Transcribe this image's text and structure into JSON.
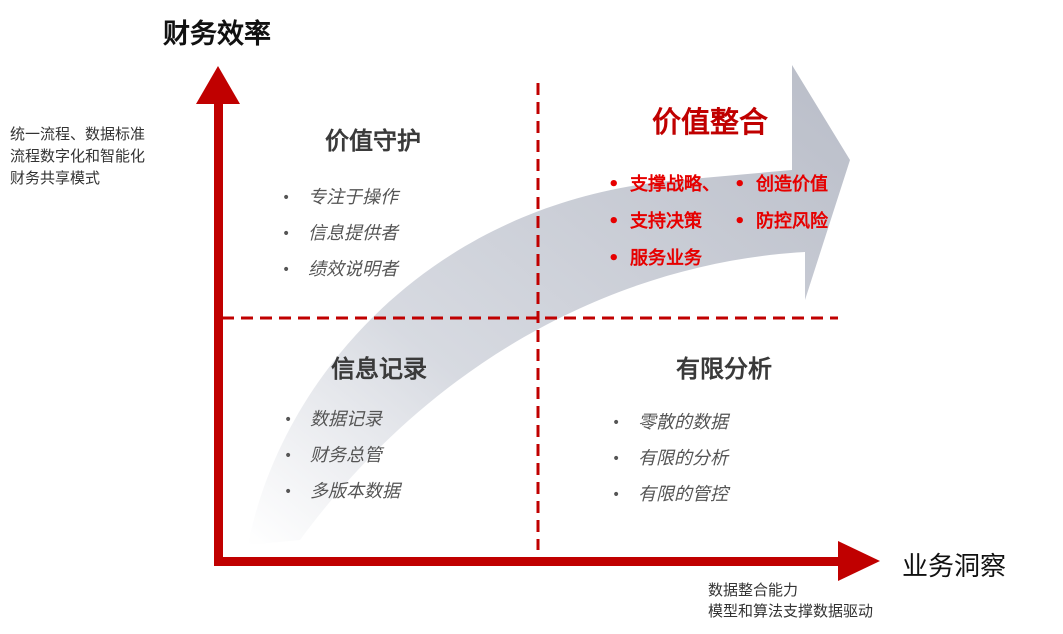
{
  "y_axis": {
    "title": "财务效率",
    "note_lines": [
      "统一流程、数据标准",
      "流程数字化和智能化",
      "财务共享模式"
    ]
  },
  "x_axis": {
    "title": "业务洞察",
    "note_lines": [
      "数据整合能力",
      "模型和算法支撑数据驱动"
    ]
  },
  "quadrants": {
    "top_left": {
      "title": "价值守护",
      "items": [
        "专注于操作",
        "信息提供者",
        "绩效说明者"
      ]
    },
    "top_right": {
      "title": "价值整合",
      "items_left": [
        "支撑战略、",
        "支持决策",
        "服务业务"
      ],
      "items_right": [
        "创造价值",
        "防控风险"
      ]
    },
    "bottom_left": {
      "title": "信息记录",
      "items": [
        "数据记录",
        "财务总管",
        "多版本数据"
      ]
    },
    "bottom_right": {
      "title": "有限分析",
      "items": [
        "零散的数据",
        "有限的分析",
        "有限的管控"
      ]
    }
  },
  "colors": {
    "axis": "#c00000",
    "divider": "#c00000",
    "highlight_text": "#e60000",
    "arrow_fill": "#c9cdd6"
  }
}
